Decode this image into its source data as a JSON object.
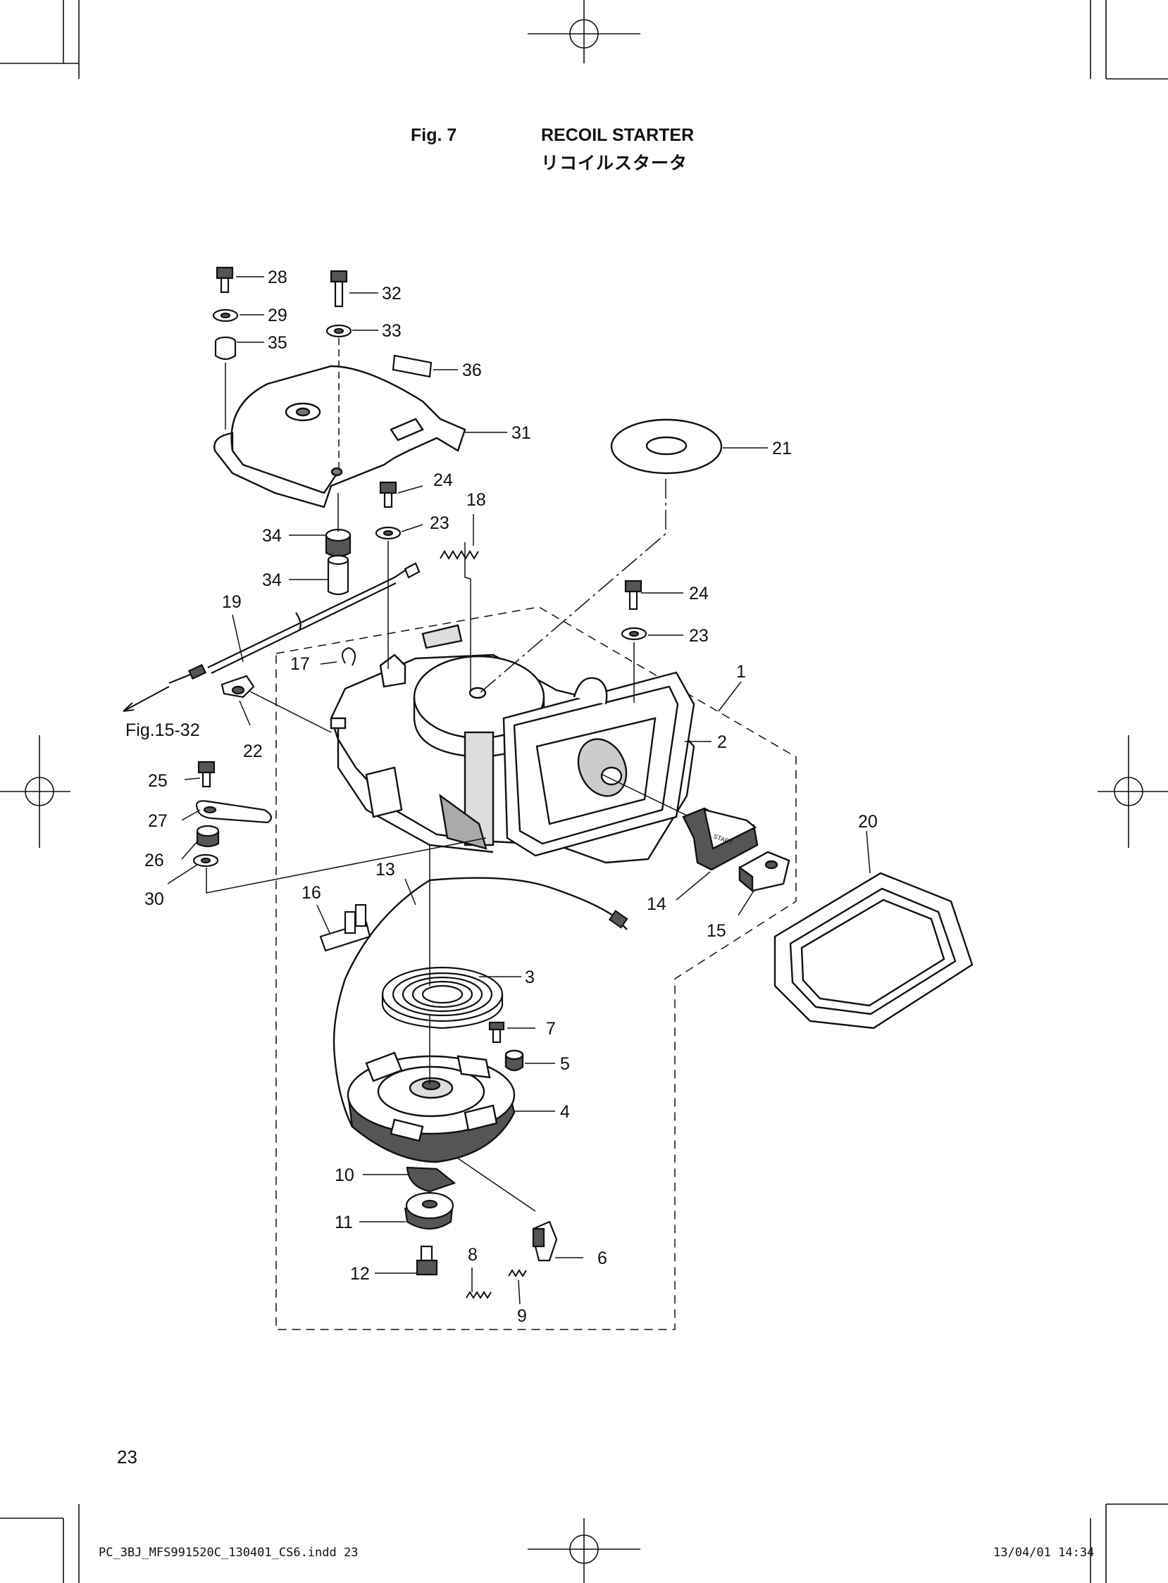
{
  "header": {
    "figure_label": "Fig. 7",
    "title": "RECOIL STARTER",
    "subtitle_jp": "リコイルスタータ"
  },
  "diagram": {
    "reference": "Fig.15-32",
    "start_marking": "START",
    "callouts": [
      "1",
      "2",
      "3",
      "4",
      "5",
      "6",
      "7",
      "8",
      "9",
      "10",
      "11",
      "12",
      "13",
      "14",
      "15",
      "16",
      "17",
      "18",
      "19",
      "20",
      "21",
      "22",
      "23",
      "23",
      "24",
      "24",
      "25",
      "26",
      "27",
      "28",
      "29",
      "30",
      "31",
      "32",
      "33",
      "34",
      "34",
      "35",
      "36"
    ]
  },
  "footer": {
    "page_number": "23",
    "file_name": "PC_3BJ_MFS991520C_130401_CS6.indd   23",
    "timestamp": "13/04/01   14:34"
  },
  "colors": {
    "ink": "#111111",
    "shade": "#cfcfcf",
    "dark_shade": "#555555",
    "background": "#ffffff"
  }
}
